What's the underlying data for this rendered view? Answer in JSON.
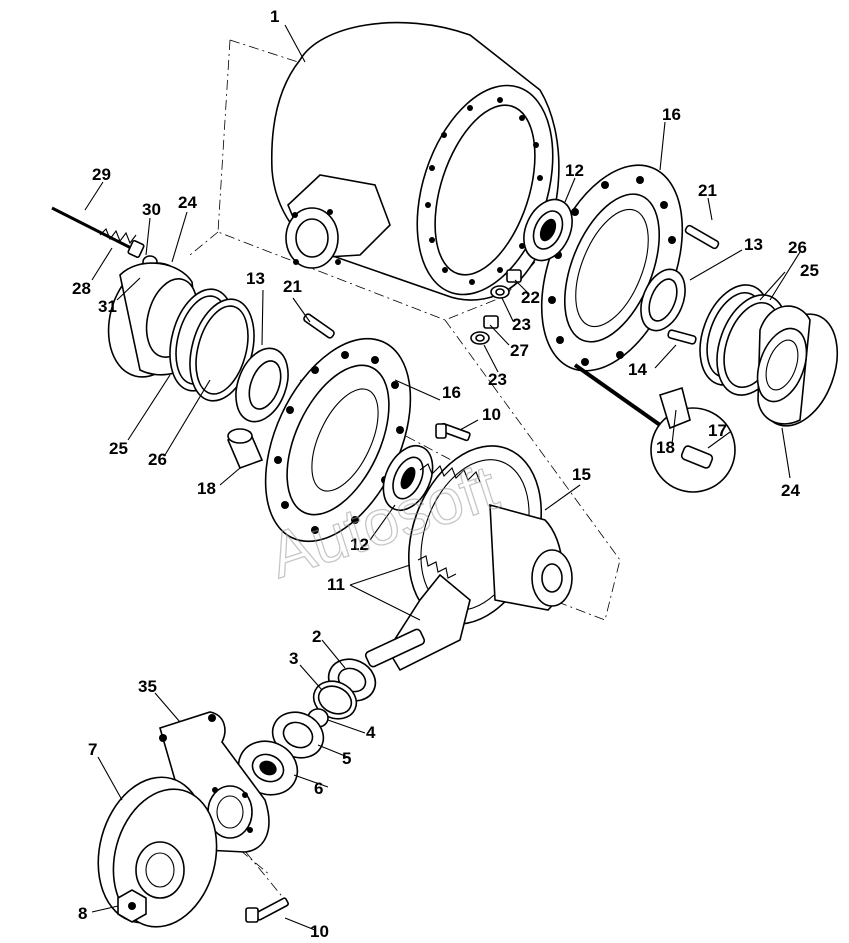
{
  "diagram": {
    "callouts": [
      {
        "id": "c1",
        "text": "1"
      },
      {
        "id": "c2",
        "text": "2"
      },
      {
        "id": "c3",
        "text": "3"
      },
      {
        "id": "c4",
        "text": "4"
      },
      {
        "id": "c5",
        "text": "5"
      },
      {
        "id": "c6",
        "text": "6"
      },
      {
        "id": "c7",
        "text": "7"
      },
      {
        "id": "c8",
        "text": "8"
      },
      {
        "id": "c10a",
        "text": "10"
      },
      {
        "id": "c10b",
        "text": "10"
      },
      {
        "id": "c11",
        "text": "11"
      },
      {
        "id": "c12a",
        "text": "12"
      },
      {
        "id": "c12b",
        "text": "12"
      },
      {
        "id": "c13a",
        "text": "13"
      },
      {
        "id": "c13b",
        "text": "13"
      },
      {
        "id": "c14",
        "text": "14"
      },
      {
        "id": "c15",
        "text": "15"
      },
      {
        "id": "c16a",
        "text": "16"
      },
      {
        "id": "c16b",
        "text": "16"
      },
      {
        "id": "c17",
        "text": "17"
      },
      {
        "id": "c18a",
        "text": "18"
      },
      {
        "id": "c18b",
        "text": "18"
      },
      {
        "id": "c21a",
        "text": "21"
      },
      {
        "id": "c21b",
        "text": "21"
      },
      {
        "id": "c22",
        "text": "22"
      },
      {
        "id": "c23a",
        "text": "23"
      },
      {
        "id": "c23b",
        "text": "23"
      },
      {
        "id": "c24a",
        "text": "24"
      },
      {
        "id": "c24b",
        "text": "24"
      },
      {
        "id": "c25a",
        "text": "25"
      },
      {
        "id": "c25b",
        "text": "25"
      },
      {
        "id": "c26a",
        "text": "26"
      },
      {
        "id": "c26b",
        "text": "26"
      },
      {
        "id": "c27",
        "text": "27"
      },
      {
        "id": "c28",
        "text": "28"
      },
      {
        "id": "c29",
        "text": "29"
      },
      {
        "id": "c30",
        "text": "30"
      },
      {
        "id": "c31",
        "text": "31"
      },
      {
        "id": "c35",
        "text": "35"
      }
    ],
    "watermark": "Autosoft"
  }
}
